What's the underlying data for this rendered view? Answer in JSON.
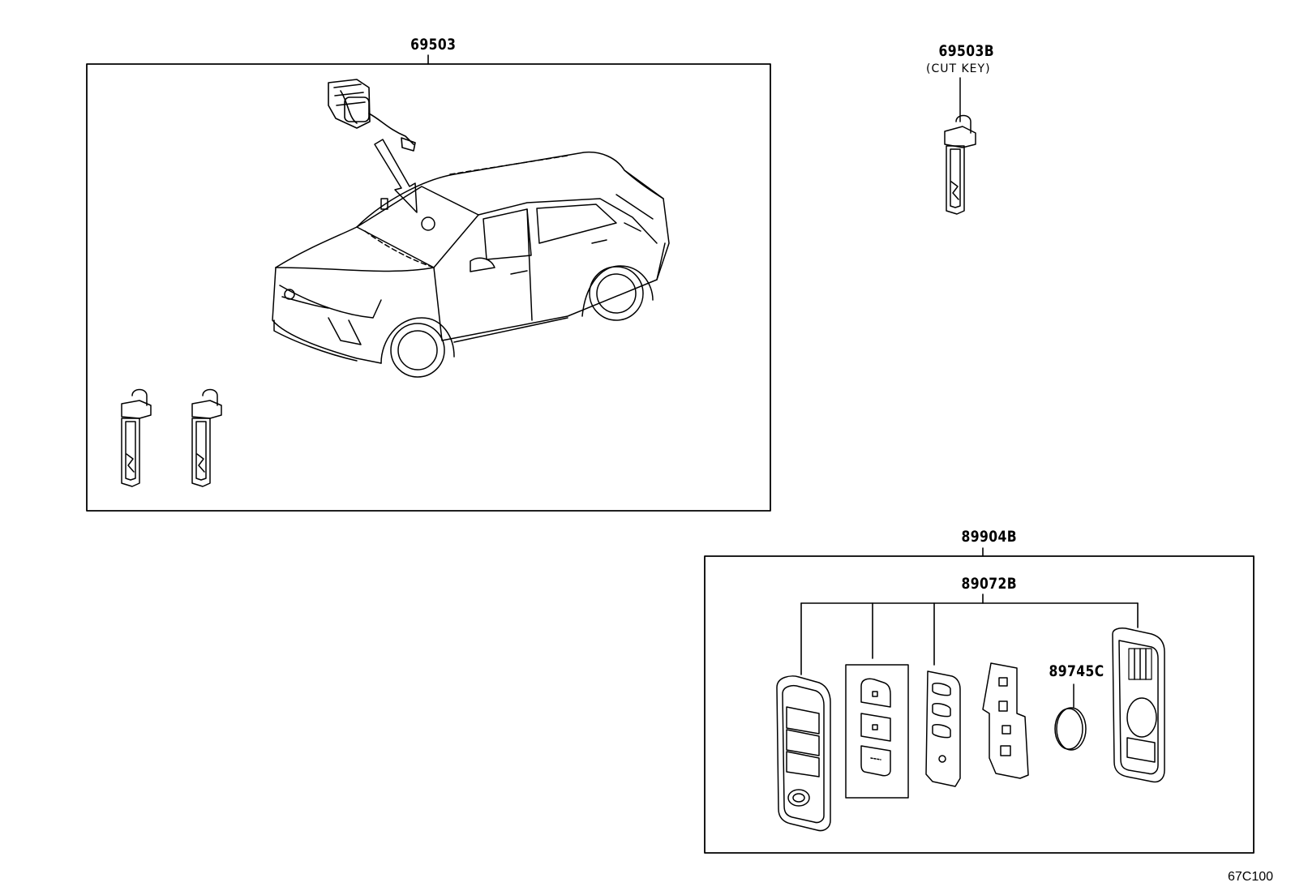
{
  "labels": {
    "lock_set": "69503",
    "cut_key": "69503B",
    "cut_key_note": "(CUT KEY)",
    "key_assembly": "89904B",
    "transmitter_housing": "89072B",
    "battery": "89745C"
  },
  "figure_code": "67C100"
}
